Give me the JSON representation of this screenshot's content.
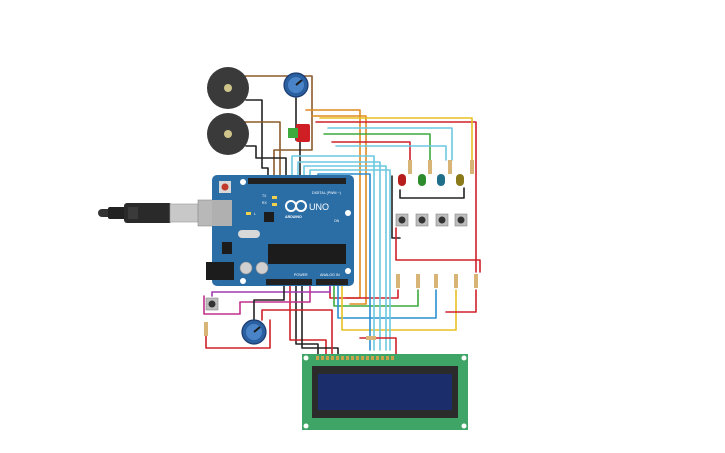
{
  "board": {
    "logo_text": "UNO",
    "brand_text": "ARDUINO",
    "digital_label": "DIGITAL (PWM ~)",
    "power_label": "POWER",
    "analog_label": "ANALOG IN",
    "tx_label": "TX",
    "rx_label": "RX",
    "l_label": "L",
    "on_label": "ON"
  },
  "components": {
    "buzzers": 2,
    "potentiometers": 2,
    "leds": [
      "#b81d1d",
      "#2e8b2e",
      "#1f6f8b",
      "#8a7a1a"
    ],
    "pushbuttons": 5,
    "lcd": "16x2"
  },
  "colors": {
    "board": "#2b6ea6",
    "lcd_pcb": "#3fa566",
    "lcd_screen": "#1b2d6b",
    "wire_red": "#d0202a",
    "wire_orange": "#e08a1e",
    "wire_yellow": "#e8c020",
    "wire_green": "#3caa3c",
    "wire_blue": "#2a8fd0",
    "wire_cyan": "#6cc8e0",
    "wire_black": "#222222",
    "wire_brown": "#8b5a2b",
    "wire_purple": "#a03ab0",
    "wire_magenta": "#c0308a"
  }
}
